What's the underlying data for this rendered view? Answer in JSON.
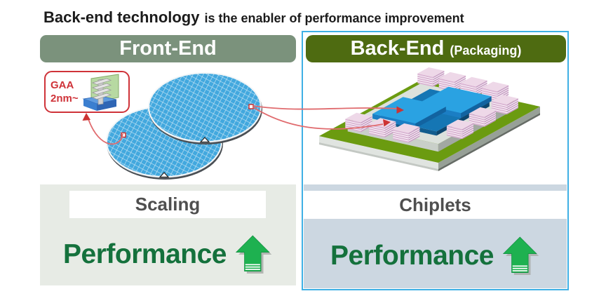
{
  "title": {
    "emphasis": "Back-end technology",
    "rest": "is the enabler of performance improvement"
  },
  "front_end": {
    "header": "Front-End",
    "callout": {
      "line1": "GAA",
      "line2": "2nm~"
    },
    "method_label": "Scaling",
    "performance_label": "Performance"
  },
  "back_end": {
    "header": "Back-End",
    "header_suffix": "(Packaging)",
    "method_label": "Chiplets",
    "performance_label": "Performance"
  },
  "icons": {
    "wafers": "silicon-wafers-illustration",
    "gaa_transistor": "gaa-transistor-illustration",
    "chiplet_package": "chiplet-package-illustration",
    "up_arrow": "up-arrow-icon",
    "connectors": "red-connector-arrows"
  },
  "colors": {
    "title_text": "#1b1b1b",
    "front_header_bg": "#7b927c",
    "back_header_bg": "#4e6b11",
    "panel_border": "#3fb0e5",
    "left_panel_bg": "#e7ebe5",
    "right_panel_bg": "#ccd7e1",
    "label_text": "#4f4f4f",
    "performance_green": "#14713c",
    "arrow_green": "#1eb150",
    "callout_red": "#cf3339",
    "wafer_blue": "#42a8de",
    "board_green": "#6b9b10",
    "die_blue": "#2aa2e2",
    "hbm_pink": "#eed8e8"
  }
}
